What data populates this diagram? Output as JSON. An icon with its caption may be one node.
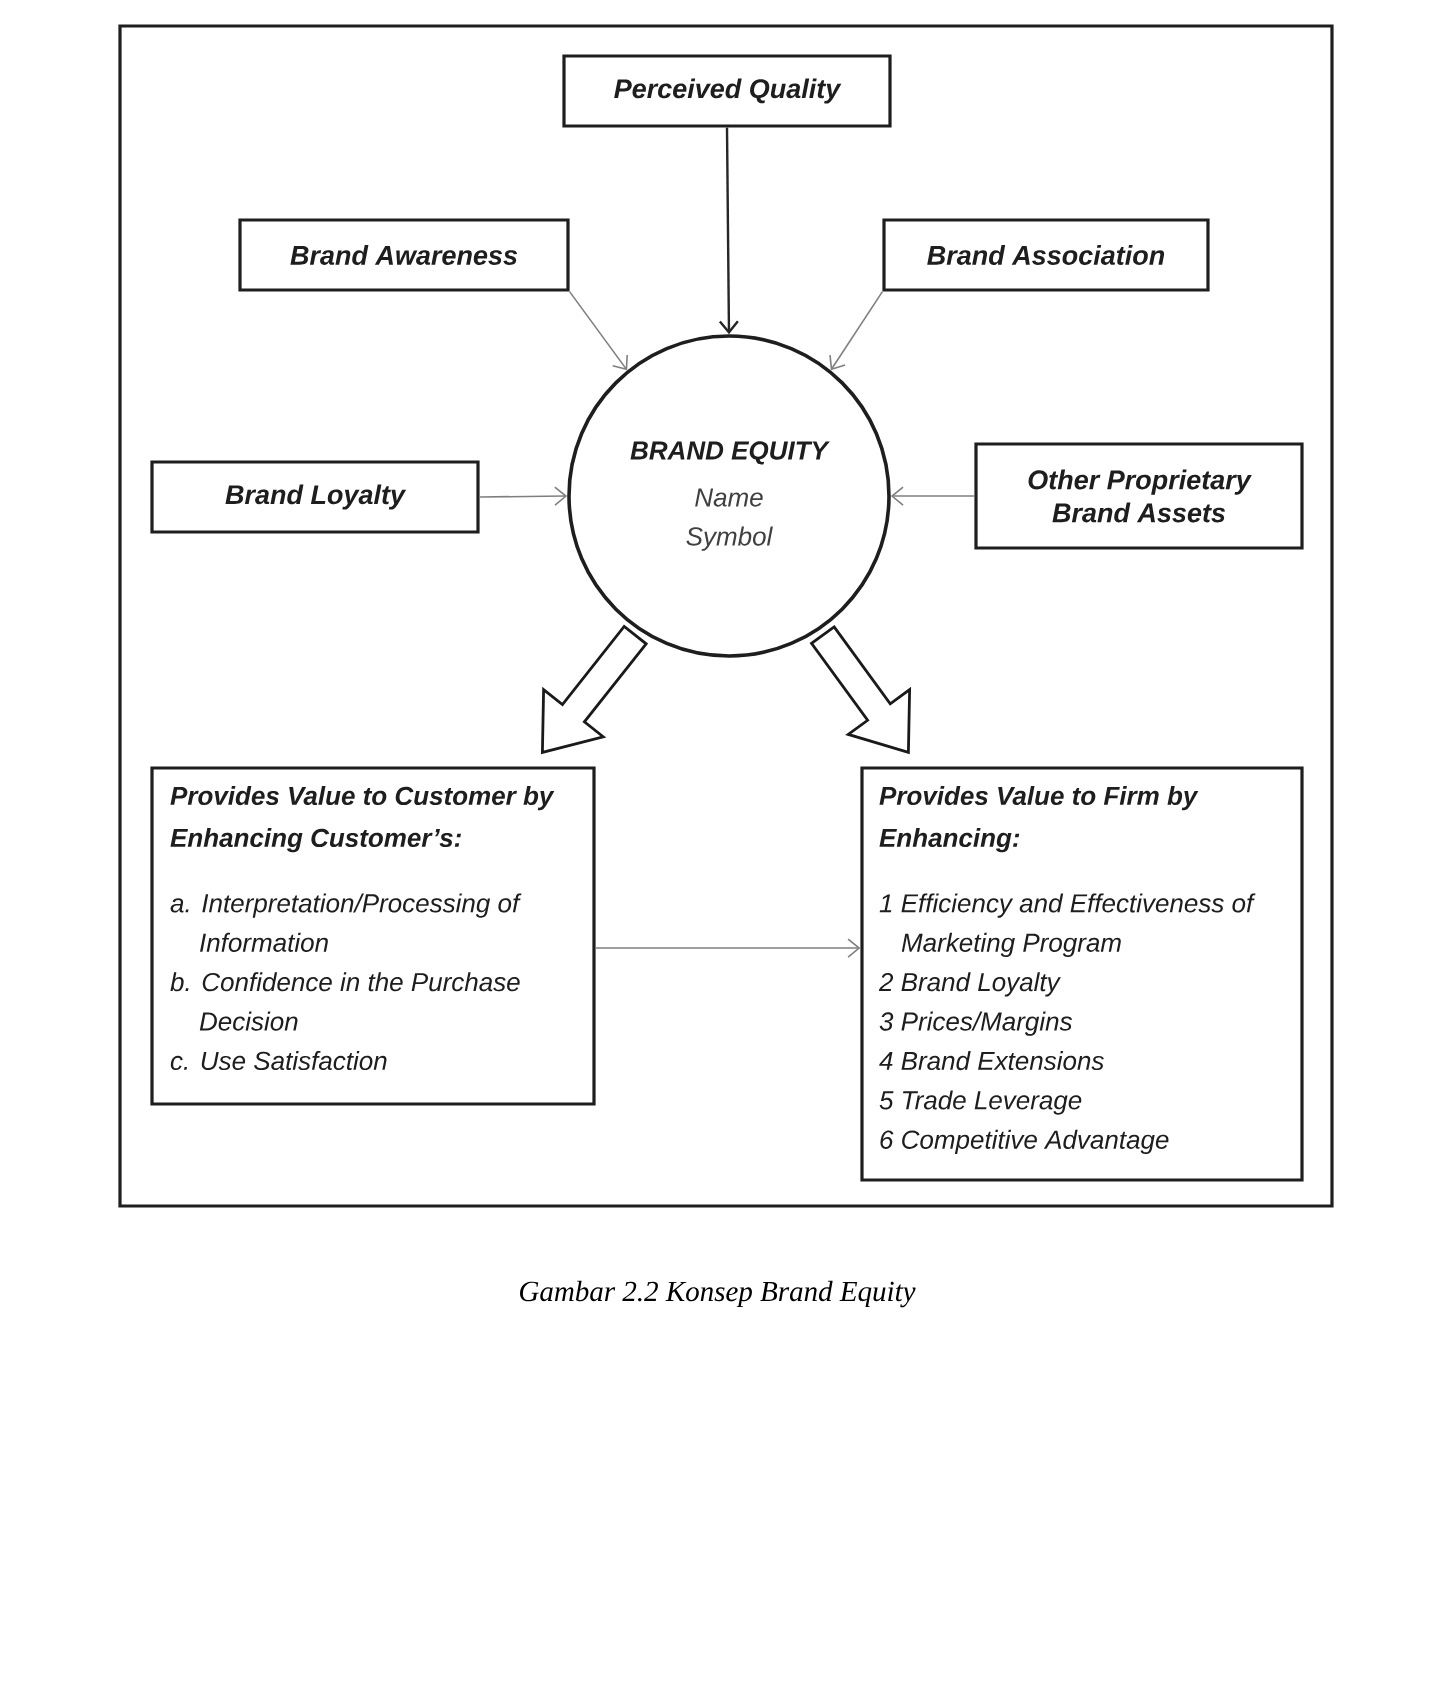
{
  "diagram": {
    "caption": "Gambar 2.2 Konsep Brand Equity",
    "nodes": [
      {
        "text": [
          "Perceived Quality"
        ]
      },
      {
        "text": [
          "Brand Awareness"
        ]
      },
      {
        "text": [
          "Brand Association"
        ]
      },
      {
        "text": [
          "BRAND EQUITY",
          "Name Symbol"
        ]
      },
      {
        "text": [
          "Brand Loyalty"
        ]
      },
      {
        "text": [
          "Other Proprietary Brand Assets"
        ]
      },
      {
        "text": [
          "Provides Value to Customer by Enhancing Customer’s:",
          "a. Interpretation/Processing of Information",
          "b. Confidence in the Purchase Decision",
          "c. Use Satisfaction"
        ]
      },
      {
        "text": [
          "Provides Value to Firm by Enhancing:",
          "1 Efficiency and Effectiveness of Marketing Program",
          "2 Brand Loyalty",
          "3 Prices/Margins",
          "4 Brand Extensions",
          "5 Trade Leverage",
          "6 Competitive Advantage"
        ]
      }
    ],
    "edges": [
      {
        "from": 0,
        "to": 3,
        "arrow": "to",
        "color": "#262626"
      },
      {
        "from": 1,
        "to": 3,
        "arrow": "to"
      },
      {
        "from": 2,
        "to": 3,
        "arrow": "to"
      },
      {
        "from": 4,
        "to": 3,
        "arrow": "to"
      },
      {
        "from": 5,
        "to": 3,
        "arrow": "to"
      },
      {
        "from": 3,
        "to": 6,
        "arrow": "to",
        "style": "thick",
        "color": "#1a1a1a"
      },
      {
        "from": 3,
        "to": 7,
        "arrow": "to",
        "style": "thick",
        "color": "#1a1a1a"
      },
      {
        "from": 6,
        "to": 7,
        "arrow": "to"
      }
    ]
  }
}
